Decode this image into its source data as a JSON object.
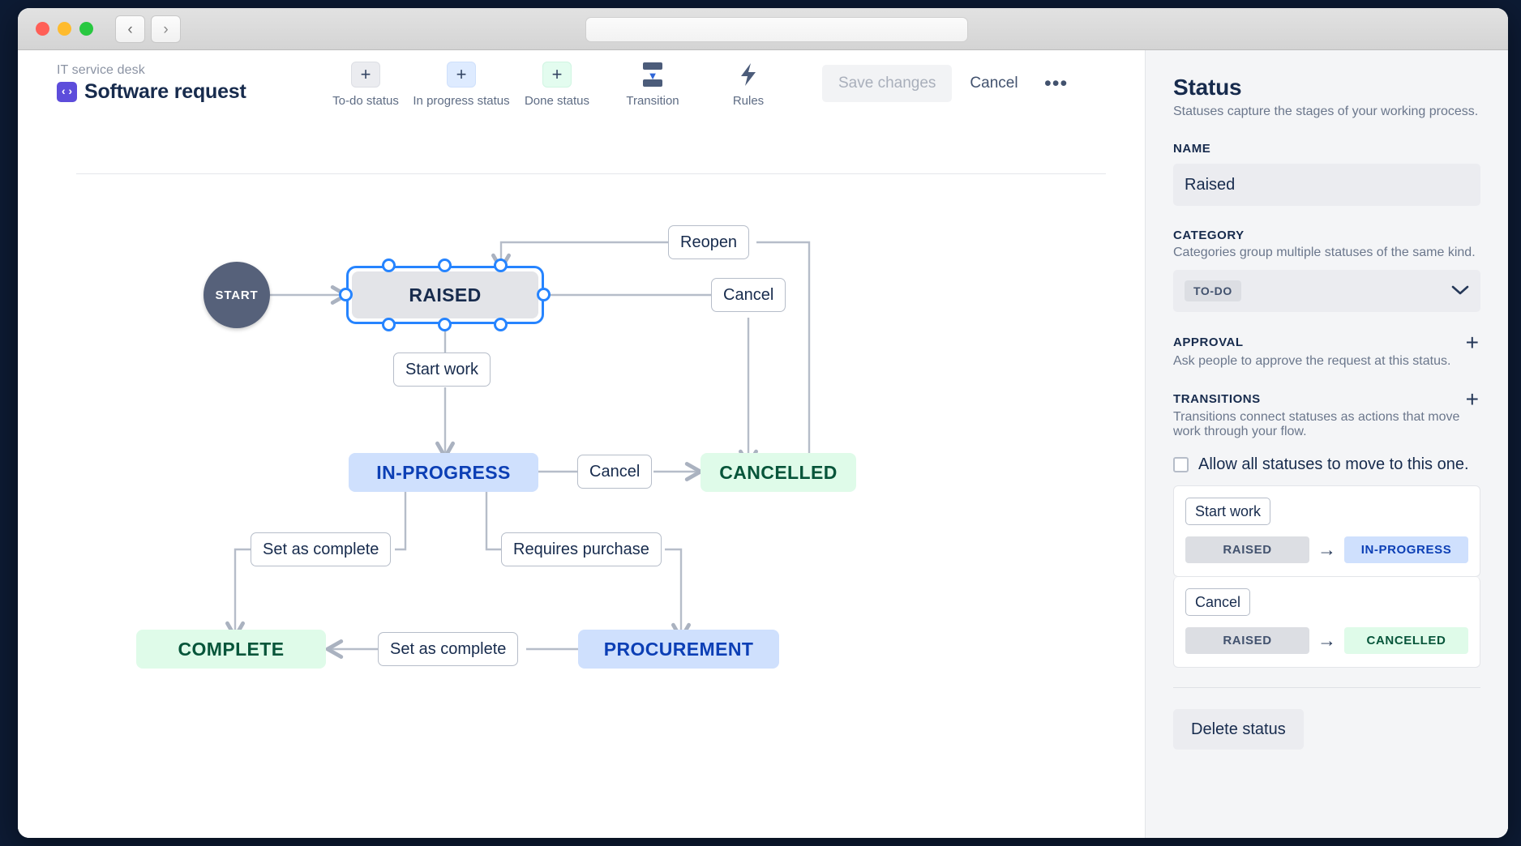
{
  "window": {
    "traffic_lights": [
      "close",
      "minimize",
      "maximize"
    ],
    "back_icon": "‹",
    "forward_icon": "›",
    "url_value": ""
  },
  "header": {
    "breadcrumb": "IT service desk",
    "project_logo_glyph": "‹›",
    "title": "Software request",
    "tools": [
      {
        "name": "todo-status",
        "icon": "+",
        "label": "To-do status",
        "tone": "grey"
      },
      {
        "name": "in-progress-status",
        "icon": "+",
        "label": "In progress status",
        "tone": "blue"
      },
      {
        "name": "done-status",
        "icon": "+",
        "label": "Done status",
        "tone": "green"
      },
      {
        "name": "transition",
        "icon": "transition-icon",
        "label": "Transition",
        "tone": "plain"
      },
      {
        "name": "rules",
        "icon": "⚡",
        "label": "Rules",
        "tone": "plain"
      }
    ],
    "save_label": "Save changes",
    "cancel_label": "Cancel",
    "more_label": "•••"
  },
  "flow": {
    "start_label": "START",
    "nodes": [
      {
        "id": "raised",
        "label": "RAISED",
        "category": "to-do",
        "selected": true
      },
      {
        "id": "in-progress",
        "label": "IN-PROGRESS",
        "category": "in-progress",
        "selected": false
      },
      {
        "id": "cancelled",
        "label": "CANCELLED",
        "category": "done",
        "selected": false
      },
      {
        "id": "complete",
        "label": "COMPLETE",
        "category": "done",
        "selected": false
      },
      {
        "id": "procurement",
        "label": "PROCUREMENT",
        "category": "in-progress",
        "selected": false
      }
    ],
    "transitions": [
      {
        "id": "reopen",
        "label": "Reopen",
        "from": "cancelled",
        "to": "raised"
      },
      {
        "id": "cancel-from-raised",
        "label": "Cancel",
        "from": "raised",
        "to": "cancelled"
      },
      {
        "id": "start-work",
        "label": "Start work",
        "from": "raised",
        "to": "in-progress"
      },
      {
        "id": "cancel-from-inprogress",
        "label": "Cancel",
        "from": "in-progress",
        "to": "cancelled"
      },
      {
        "id": "set-as-complete-ip",
        "label": "Set as complete",
        "from": "in-progress",
        "to": "complete"
      },
      {
        "id": "requires-purchase",
        "label": "Requires purchase",
        "from": "in-progress",
        "to": "procurement"
      },
      {
        "id": "set-as-complete-proc",
        "label": "Set as complete",
        "from": "procurement",
        "to": "complete"
      }
    ]
  },
  "panel": {
    "title": "Status",
    "subtitle": "Statuses capture the stages of your working process.",
    "name_label": "NAME",
    "name_value": "Raised",
    "category_label": "CATEGORY",
    "category_desc": "Categories group multiple statuses of the same kind.",
    "category_value": "TO-DO",
    "category_chevron": "⌄",
    "approval_label": "APPROVAL",
    "approval_desc": "Ask people to approve the request at this status.",
    "approval_add": "+",
    "transitions_label": "TRANSITIONS",
    "transitions_desc": "Transitions connect statuses as actions that move work through your flow.",
    "transitions_add": "+",
    "allow_all_label": "Allow all statuses to move to this one.",
    "allow_all_checked": false,
    "transition_cards": [
      {
        "name": "Start work",
        "from": "RAISED",
        "from_tone": "grey",
        "arrow": "→",
        "to": "IN-PROGRESS",
        "to_tone": "blue"
      },
      {
        "name": "Cancel",
        "from": "RAISED",
        "from_tone": "grey",
        "arrow": "→",
        "to": "CANCELLED",
        "to_tone": "green"
      }
    ],
    "delete_label": "Delete status"
  },
  "colors": {
    "accent_blue": "#2684ff",
    "todo_grey": "#e3e4e8",
    "inprogress_blue": "#cfe0fd",
    "done_green": "#dffbe9",
    "brand_purple": "#5d4ddb",
    "edge_grey": "#b6bdc9"
  }
}
